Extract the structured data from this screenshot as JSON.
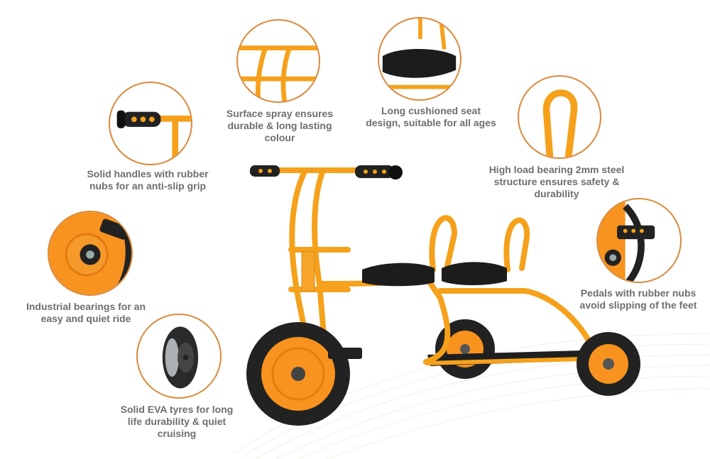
{
  "colors": {
    "accent": "#d98a3d",
    "frame": "#f5a11c",
    "text": "#6e6e72",
    "rubber": "#1e1e1e"
  },
  "features": [
    {
      "id": "handles",
      "icon": "handle-grip-icon",
      "caption_lines": [
        "Solid handles with rubber",
        "nubs for an anti-slip grip"
      ]
    },
    {
      "id": "spray",
      "icon": "frame-tube-icon",
      "caption_lines": [
        "Surface spray ensures",
        "durable & long lasting",
        "colour"
      ]
    },
    {
      "id": "seat",
      "icon": "seat-icon",
      "caption_lines": [
        "Long cushioned seat",
        "design, suitable for all ages"
      ]
    },
    {
      "id": "steel",
      "icon": "steel-loop-icon",
      "caption_lines": [
        "High load bearing 2mm steel",
        "structure ensures safety &",
        "durability"
      ]
    },
    {
      "id": "bearings",
      "icon": "wheel-bearing-icon",
      "caption_lines": [
        "Industrial bearings for an",
        "easy and quiet ride"
      ]
    },
    {
      "id": "pedals",
      "icon": "pedal-icon",
      "caption_lines": [
        "Pedals with rubber nubs",
        "avoid slipping of the feet"
      ]
    },
    {
      "id": "tyres",
      "icon": "tyre-icon",
      "caption_lines": [
        "Solid EVA tyres for long",
        "life durability & quiet",
        "cruising"
      ]
    }
  ]
}
